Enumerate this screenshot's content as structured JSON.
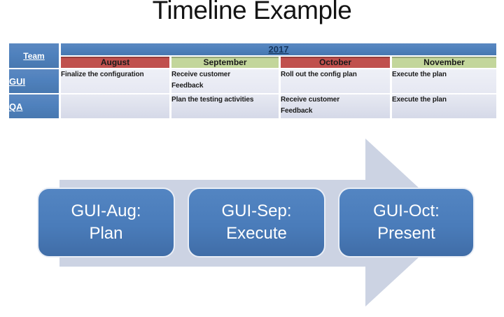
{
  "slide": {
    "title": "Timeline Example"
  },
  "table": {
    "corner_header": "Team",
    "year_header": "2017",
    "month_headers": [
      "August",
      "September",
      "October",
      "November"
    ],
    "rows": [
      {
        "team": "GUI",
        "cells": [
          "Finalize the configuration",
          "Receive customer\n Feedback",
          "Roll out the config plan",
          "Execute the plan"
        ]
      },
      {
        "team": "QA",
        "cells": [
          "",
          "Plan the testing activities",
          "Receive customer\nFeedback",
          "Execute the plan"
        ]
      }
    ]
  },
  "process": {
    "steps": [
      {
        "line1": "GUI-Aug:",
        "line2": "Plan"
      },
      {
        "line1": "GUI-Sep:",
        "line2": "Execute"
      },
      {
        "line1": "GUI-Oct:",
        "line2": "Present"
      }
    ]
  },
  "colors": {
    "header_blue": "#4f81bd",
    "month_red": "#c0504d",
    "month_green": "#c3d69b",
    "row_light_band": "#eaecf4",
    "row_dark_band": "#d8dbe9",
    "arrow_fill": "#ccd3e3",
    "step_fill": "#4a7cba",
    "step_border": "#e9eef6",
    "year_text": "#17375e",
    "month_text": "#1a1a1a",
    "cell_text": "#1b1b1b"
  }
}
